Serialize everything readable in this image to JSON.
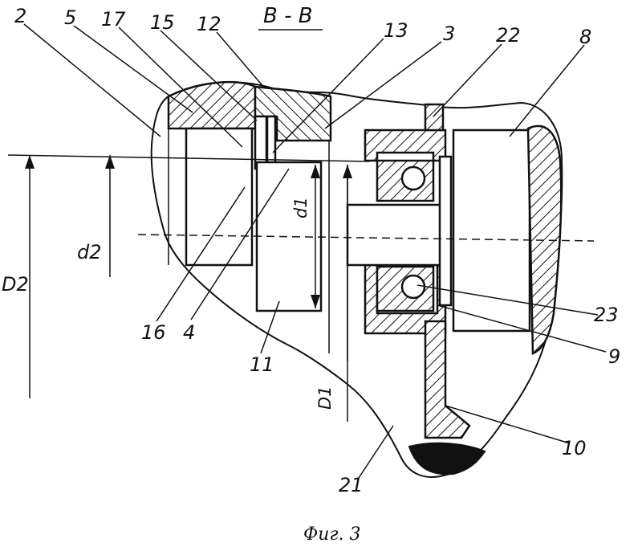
{
  "section_title": "В - В",
  "figure_caption": "Фиг. 3",
  "part_labels": {
    "p2": "2",
    "p5": "5",
    "p17": "17",
    "p15": "15",
    "p12": "12",
    "p13": "13",
    "p3": "3",
    "p22": "22",
    "p8": "8",
    "p16": "16",
    "p4": "4",
    "p11": "11",
    "p23": "23",
    "p9": "9",
    "p10": "10",
    "p21": "21"
  },
  "dimension_labels": {
    "D2": "D2",
    "d2": "d2",
    "d1": "d1",
    "D1": "D1"
  }
}
